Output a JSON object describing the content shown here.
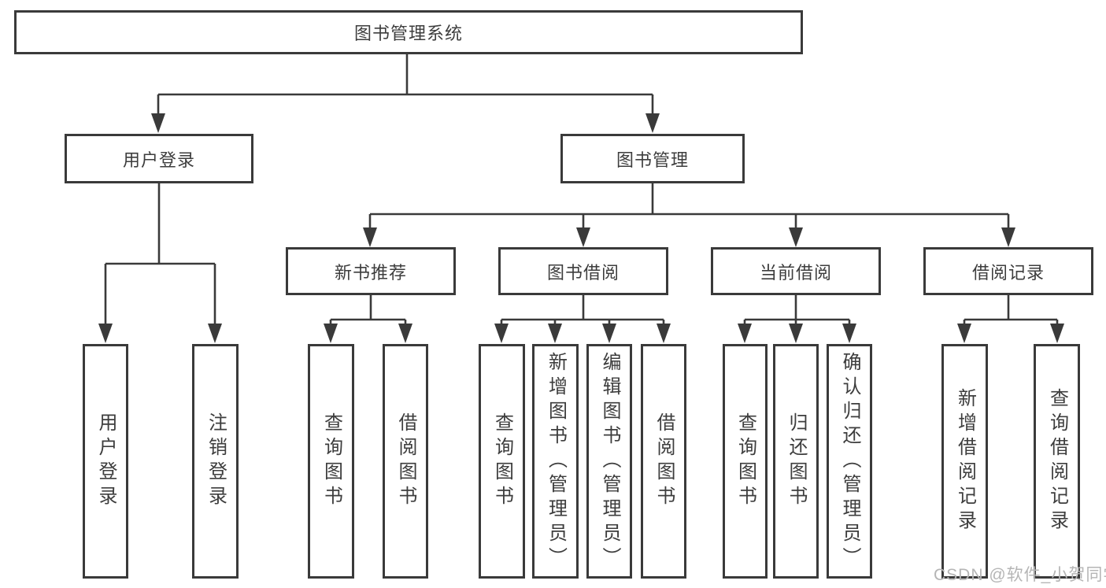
{
  "diagram": {
    "type": "hierarchy-tree",
    "colors": {
      "line": "#3a3a3a",
      "box_border": "#3a3a3a",
      "text": "#3d3d3d",
      "watermark": "#b5b5b5",
      "background": "#ffffff"
    },
    "watermark": "CSDN @软件_小贺同学",
    "nodes": {
      "root": {
        "label": "图书管理系统"
      },
      "level2": [
        {
          "label": "用户登录"
        },
        {
          "label": "图书管理"
        }
      ],
      "level3": [
        {
          "label": "新书推荐"
        },
        {
          "label": "图书借阅"
        },
        {
          "label": "当前借阅"
        },
        {
          "label": "借阅记录"
        }
      ],
      "leaves": [
        {
          "label": "用户登录",
          "parent": "用户登录"
        },
        {
          "label": "注销登录",
          "parent": "用户登录"
        },
        {
          "label": "查询图书",
          "parent": "新书推荐"
        },
        {
          "label": "借阅图书",
          "parent": "新书推荐"
        },
        {
          "label": "查询图书",
          "parent": "图书借阅"
        },
        {
          "label": "新增图书（管理员）",
          "parent": "图书借阅"
        },
        {
          "label": "编辑图书（管理员）",
          "parent": "图书借阅"
        },
        {
          "label": "借阅图书",
          "parent": "图书借阅"
        },
        {
          "label": "查询图书",
          "parent": "当前借阅"
        },
        {
          "label": "归还图书",
          "parent": "当前借阅"
        },
        {
          "label": "确认归还（管理员）",
          "parent": "当前借阅"
        },
        {
          "label": "新增借阅记录",
          "parent": "借阅记录"
        },
        {
          "label": "查询借阅记录",
          "parent": "借阅记录"
        }
      ]
    }
  }
}
